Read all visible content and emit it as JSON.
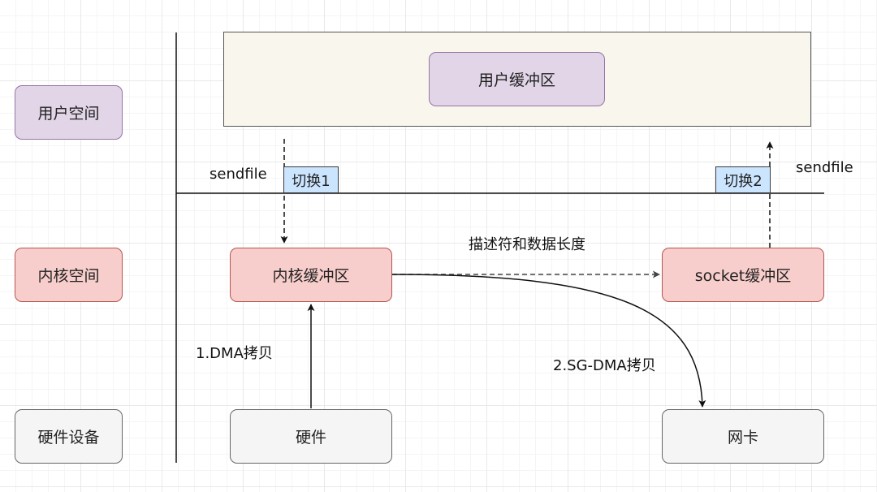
{
  "lanes": {
    "user": "用户空间",
    "kernel": "内核空间",
    "hardware": "硬件设备"
  },
  "nodes": {
    "user_buffer": "用户缓冲区",
    "kernel_buffer": "内核缓冲区",
    "socket_buffer": "socket缓冲区",
    "hardware": "硬件",
    "nic": "网卡"
  },
  "switches": {
    "switch1": "切换1",
    "switch2": "切换2"
  },
  "labels": {
    "sendfile_left": "sendfile",
    "sendfile_right": "sendfile",
    "descriptor": "描述符和数据长度",
    "dma_copy": "1.DMA拷贝",
    "sg_dma_copy": "2.SG-DMA拷贝"
  },
  "colors": {
    "user_fill": "#e1d5e7",
    "user_border": "#9673a6",
    "kernel_fill": "#f8cecc",
    "kernel_border": "#b85450",
    "hardware_fill": "#f5f5f5",
    "hardware_border": "#666666",
    "container_fill": "#f9f7ed",
    "switch_fill": "#cce5ff"
  }
}
